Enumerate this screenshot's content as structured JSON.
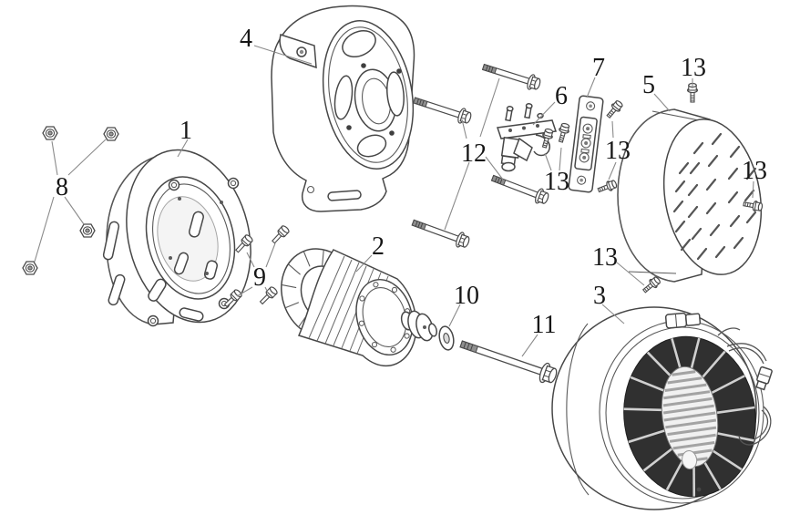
{
  "figure": {
    "background": "#ffffff",
    "line_color": "#474747",
    "label_color": "#161616",
    "callouts": [
      {
        "text": "4"
      },
      {
        "text": "1"
      },
      {
        "text": "8"
      },
      {
        "text": "12"
      },
      {
        "text": "6"
      },
      {
        "text": "7"
      },
      {
        "text": "5"
      },
      {
        "text": "13"
      },
      {
        "text": "13"
      },
      {
        "text": "13"
      },
      {
        "text": "13"
      },
      {
        "text": "2"
      },
      {
        "text": "9"
      },
      {
        "text": "10"
      },
      {
        "text": "11"
      },
      {
        "text": "13"
      },
      {
        "text": "3"
      }
    ]
  }
}
